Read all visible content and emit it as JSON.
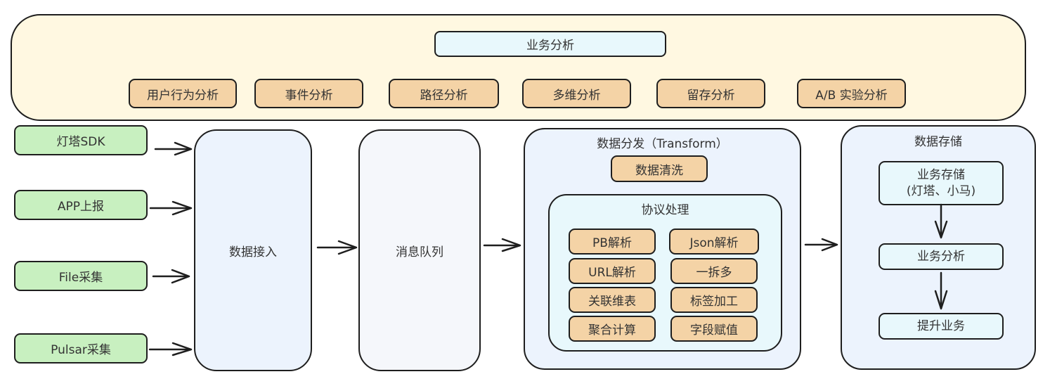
{
  "business": {
    "title": "业务分析",
    "tags": [
      "用户行为分析",
      "事件分析",
      "路径分析",
      "多维分析",
      "留存分析",
      "A/B 实验分析"
    ]
  },
  "sources": [
    "灯塔SDK",
    "APP上报",
    "File采集",
    "Pulsar采集"
  ],
  "ingest": {
    "label": "数据接入"
  },
  "queue": {
    "label": "消息队列"
  },
  "transform": {
    "title": "数据分发（Transform）",
    "cleaning": "数据清洗",
    "protocol": {
      "title": "协议处理",
      "left": [
        "PB解析",
        "URL解析",
        "关联维表",
        "聚合计算"
      ],
      "right": [
        "Json解析",
        "一拆多",
        "标签加工",
        "字段赋值"
      ]
    }
  },
  "storage": {
    "title": "数据存储",
    "steps": [
      "业务存储\n(灯塔、小马)",
      "业务分析",
      "提升业务"
    ]
  },
  "colors": {
    "business_panel": "#fff8e1",
    "tag_fill": "#f4d3a6",
    "source_fill": "#c8f0c0",
    "light_blue": "#e8f8fc",
    "panel_blue": "#ecf3fd",
    "queue_fill": "#f5f7fb",
    "stroke": "#1e1e1e"
  }
}
